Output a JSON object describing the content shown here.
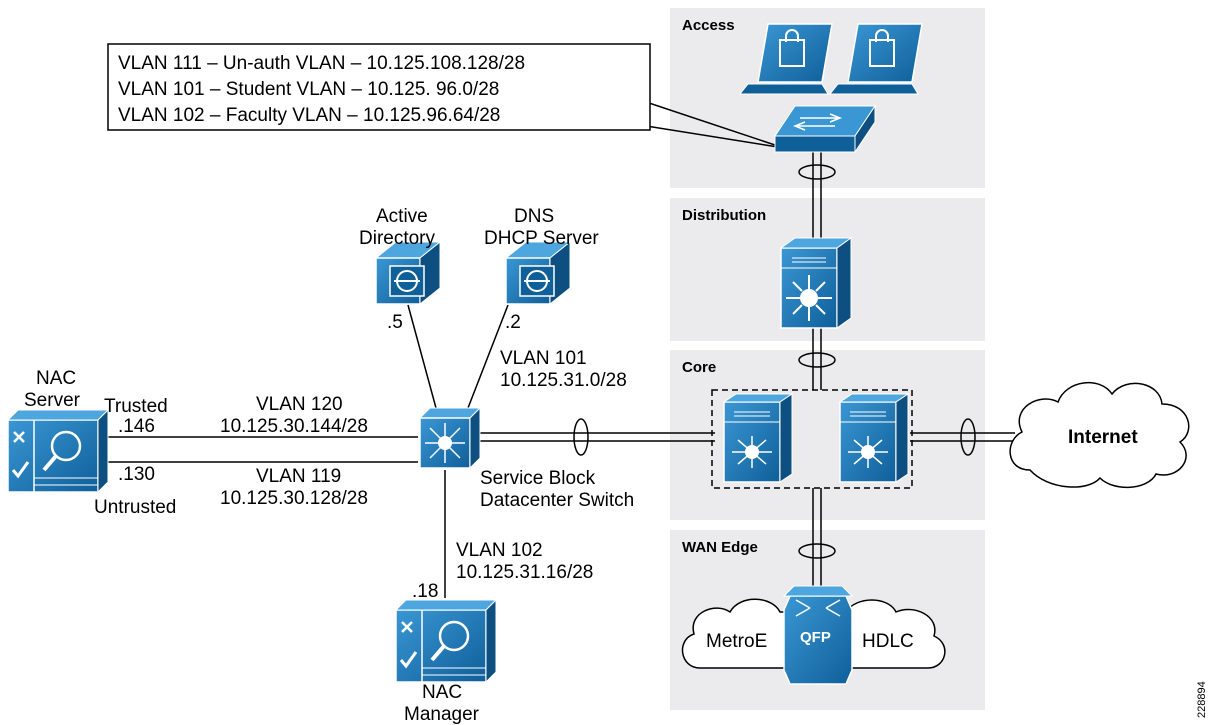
{
  "callout": {
    "lines": [
      "VLAN 111 – Un-auth VLAN – 10.125.108.128/28",
      "VLAN 101 – Student VLAN – 10.125. 96.0/28",
      "VLAN 102 – Faculty VLAN – 10.125.96.64/28"
    ]
  },
  "zones": {
    "access": "Access",
    "distribution": "Distribution",
    "core": "Core",
    "wan_edge": "WAN Edge"
  },
  "servers": {
    "ad": {
      "line1": "Active",
      "line2": "Directory",
      "addr": ".5"
    },
    "dns": {
      "line1": "DNS",
      "line2": "DHCP Server",
      "addr": ".2"
    }
  },
  "nac_server": {
    "line1": "NAC",
    "line2": "Server",
    "trusted": "Trusted",
    "trusted_addr": ".146",
    "untrusted_addr": ".130",
    "untrusted": "Untrusted"
  },
  "nac_manager": {
    "line1": "NAC",
    "line2": "Manager",
    "addr": ".18"
  },
  "links": {
    "vlan120": {
      "name": "VLAN 120",
      "subnet": "10.125.30.144/28"
    },
    "vlan119": {
      "name": "VLAN 119",
      "subnet": "10.125.30.128/28"
    },
    "vlan101": {
      "name": "VLAN 101",
      "subnet": "10.125.31.0/28"
    },
    "vlan102": {
      "name": "VLAN 102",
      "subnet": "10.125.31.16/28"
    }
  },
  "service_block": {
    "line1": "Service Block",
    "line2": "Datacenter Switch"
  },
  "internet": "Internet",
  "wan": {
    "left": "MetroE",
    "chip": "QFP",
    "right": "HDLC"
  },
  "figure_id": "228894",
  "colors": {
    "device": "#1b75b3",
    "device_dark": "#0f5a8c",
    "zone_bg": "#ebebee"
  }
}
